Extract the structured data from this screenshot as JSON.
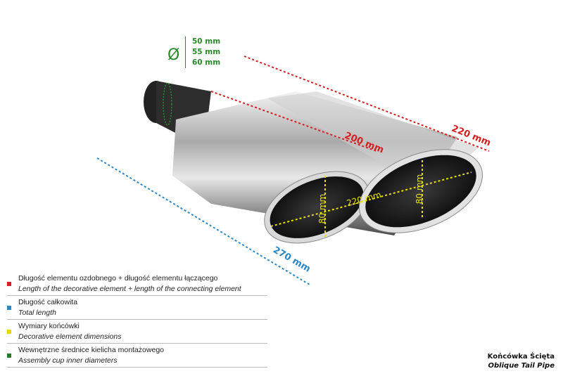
{
  "diameter": {
    "symbol": "Ø",
    "values": [
      "50 mm",
      "55 mm",
      "60 mm"
    ]
  },
  "dimensions": {
    "decorative_length": "200 mm",
    "total_decorative_plus_connecting": "220 mm",
    "total_length": "270 mm",
    "tip_width": "220 mm",
    "tip_height_left": "80 mm",
    "tip_height_right": "80 mm"
  },
  "legend": [
    {
      "color": "#d42020",
      "pl": "Długość elementu ozdobnego + długość elementu łączącego",
      "en": "Length of the decorative element + length of the connecting element"
    },
    {
      "color": "#2a88c8",
      "pl": "Długość całkowita",
      "en": "Total length"
    },
    {
      "color": "#e8d800",
      "pl": "Wymiary końcówki",
      "en": "Decorative element dimensions"
    },
    {
      "color": "#1f7a2a",
      "pl": "Wewnętrzne średnice kielicha montażowego",
      "en": "Assembly cup inner diameters"
    }
  ],
  "product": {
    "pl": "Końcówka Ścięta",
    "en": "Oblique Tail Pipe"
  }
}
